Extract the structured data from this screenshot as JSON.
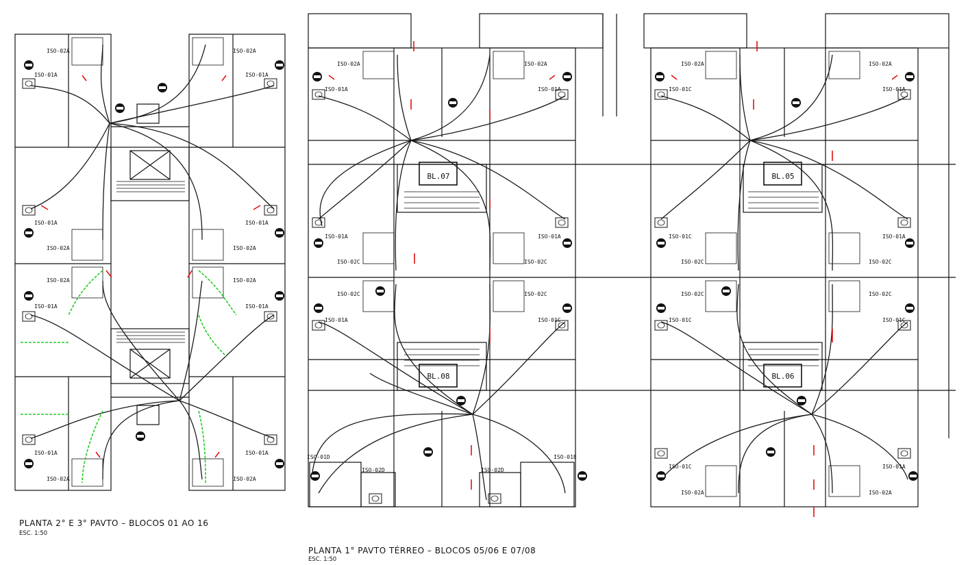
{
  "titles": {
    "left": "PLANTA 2° E 3° PAVTO – BLOCOS 01 AO 16",
    "left_scale": "ESC. 1:50",
    "right": "PLANTA 1° PAVTO TÉRREO – BLOCOS 05/06 E 07/08",
    "right_scale": "ESC. 1:50"
  },
  "blocks": [
    "BL.07",
    "BL.08",
    "BL.05",
    "BL.06"
  ],
  "unit_labels": {
    "left": [
      "ISO-02A",
      "ISO-01A",
      "ISO-02A",
      "ISO-01A",
      "ISO-01A",
      "ISO-01A",
      "ISO-02A",
      "ISO-02A",
      "ISO-02A",
      "ISO-02A",
      "ISO-01A",
      "ISO-01A",
      "ISO-01A",
      "ISO-01A",
      "ISO-02A",
      "ISO-02A"
    ],
    "mid": [
      "ISO-02A",
      "ISO-02A",
      "ISO-01A",
      "ISO-01A",
      "ISO-01A",
      "ISO-01A",
      "ISO-02C",
      "ISO-02C",
      "ISO-02C",
      "ISO-02C",
      "ISO-01A",
      "ISO-01C",
      "ISO-01D",
      "ISO-02D",
      "ISO-02D",
      "ISO-01E"
    ],
    "right": [
      "ISO-02A",
      "ISO-02A",
      "ISO-01C",
      "ISO-01A",
      "ISO-01C",
      "ISO-01A",
      "ISO-02C",
      "ISO-02C",
      "ISO-02C",
      "ISO-02C",
      "ISO-01C",
      "ISO-01C",
      "ISO-01C",
      "ISO-01A",
      "ISO-02A",
      "ISO-02A"
    ]
  },
  "colors": {
    "line": "#111111",
    "wiring": "#1a1a1a",
    "accent_red": "#e01010",
    "accent_green": "#22cc22"
  }
}
